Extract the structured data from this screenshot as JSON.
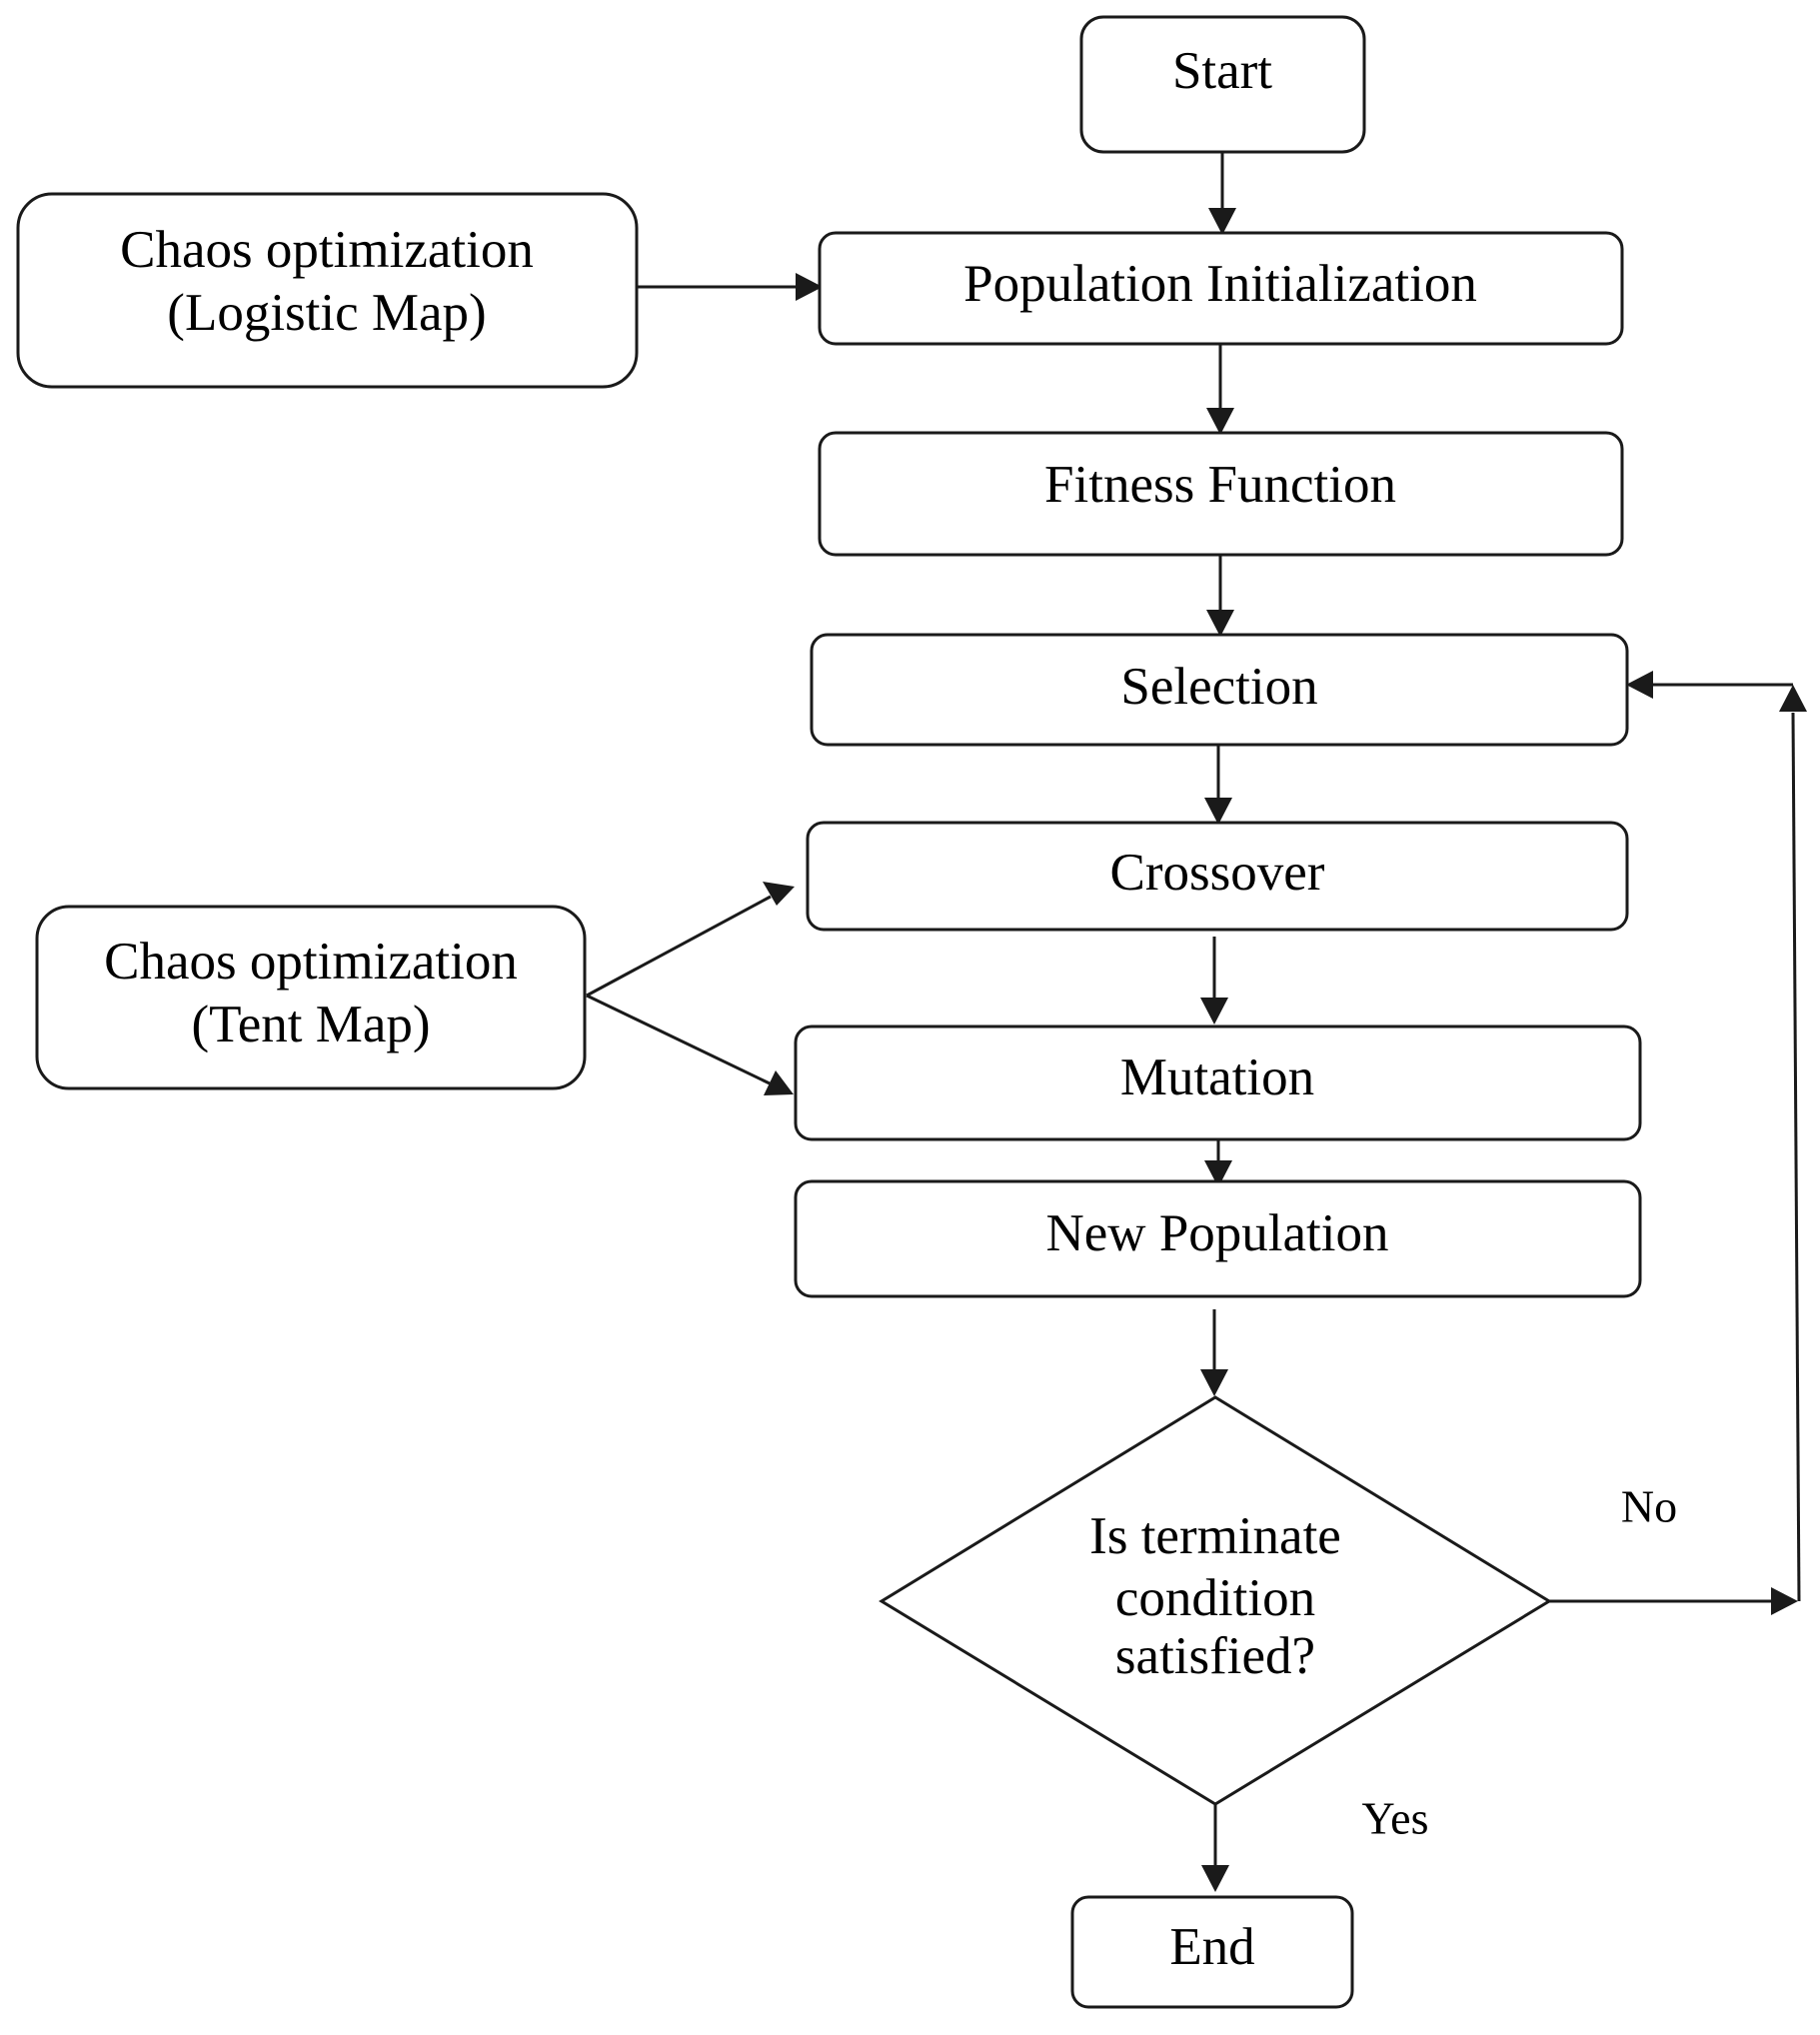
{
  "nodes": {
    "start": {
      "lines": [
        "Start"
      ]
    },
    "chaos_logistic": {
      "lines": [
        "Chaos optimization",
        "(Logistic Map)"
      ]
    },
    "population_initialization": {
      "lines": [
        "Population Initialization"
      ]
    },
    "fitness_function": {
      "lines": [
        "Fitness Function"
      ]
    },
    "selection": {
      "lines": [
        "Selection"
      ]
    },
    "crossover": {
      "lines": [
        "Crossover"
      ]
    },
    "chaos_tent": {
      "lines": [
        "Chaos optimization",
        "(Tent Map)"
      ]
    },
    "mutation": {
      "lines": [
        "Mutation"
      ]
    },
    "new_population": {
      "lines": [
        "New Population"
      ]
    },
    "decision": {
      "lines": [
        "Is terminate",
        "condition",
        "satisfied?"
      ]
    },
    "end": {
      "lines": [
        "End"
      ]
    }
  },
  "edge_labels": {
    "no": "No",
    "yes": "Yes"
  },
  "edges": [
    {
      "from": "start",
      "to": "population_initialization"
    },
    {
      "from": "chaos_logistic",
      "to": "population_initialization"
    },
    {
      "from": "population_initialization",
      "to": "fitness_function"
    },
    {
      "from": "fitness_function",
      "to": "selection"
    },
    {
      "from": "selection",
      "to": "crossover"
    },
    {
      "from": "chaos_tent",
      "to": "crossover"
    },
    {
      "from": "chaos_tent",
      "to": "mutation"
    },
    {
      "from": "crossover",
      "to": "mutation"
    },
    {
      "from": "mutation",
      "to": "new_population"
    },
    {
      "from": "new_population",
      "to": "decision"
    },
    {
      "from": "decision",
      "to": "selection",
      "label": "No"
    },
    {
      "from": "decision",
      "to": "end",
      "label": "Yes"
    }
  ],
  "colors": {
    "stroke": "#1a1a1a",
    "fill": "#ffffff",
    "text": "#000000"
  }
}
